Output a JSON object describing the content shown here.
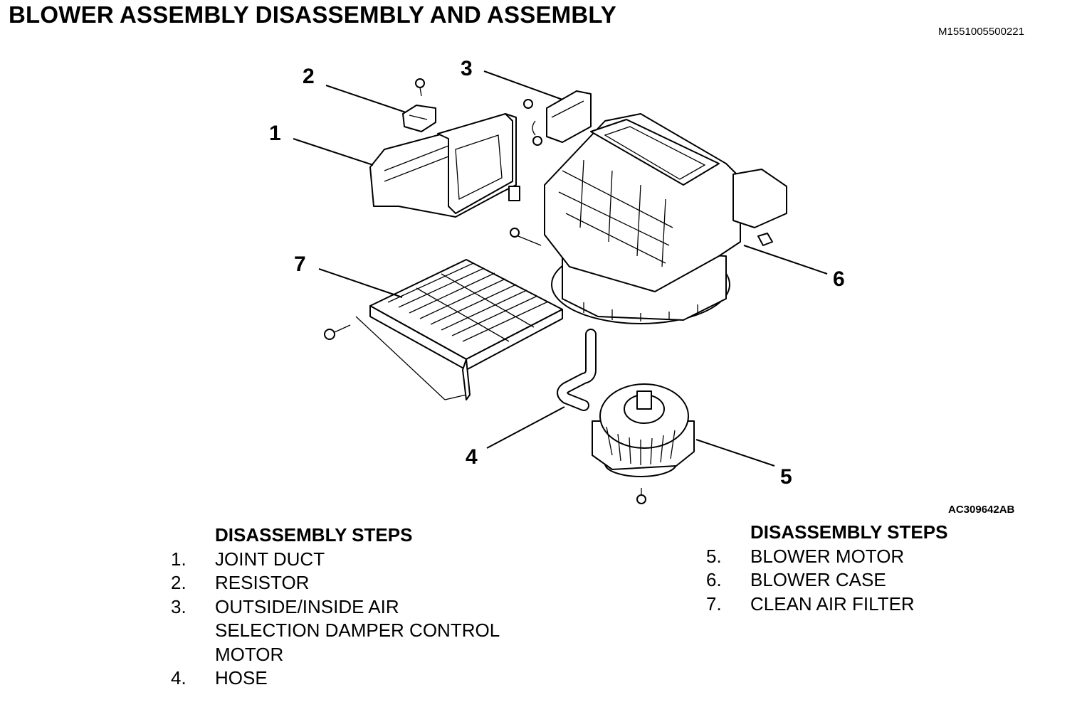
{
  "title": "BLOWER ASSEMBLY DISASSEMBLY AND ASSEMBLY",
  "doc_id": "M1551005500221",
  "figure_id": "AC309642AB",
  "callouts": [
    "1",
    "2",
    "3",
    "4",
    "5",
    "6",
    "7"
  ],
  "steps_left": {
    "heading": "DISASSEMBLY STEPS",
    "items": [
      {
        "num": "1.",
        "text": "JOINT DUCT"
      },
      {
        "num": "2.",
        "text": "RESISTOR"
      },
      {
        "num": "3.",
        "text": "OUTSIDE/INSIDE AIR\nSELECTION DAMPER CONTROL\nMOTOR"
      },
      {
        "num": "4.",
        "text": "HOSE"
      }
    ]
  },
  "steps_right": {
    "heading": "DISASSEMBLY STEPS",
    "items": [
      {
        "num": "5.",
        "text": "BLOWER MOTOR"
      },
      {
        "num": "6.",
        "text": "BLOWER CASE"
      },
      {
        "num": "7.",
        "text": "CLEAN AIR FILTER"
      }
    ]
  }
}
